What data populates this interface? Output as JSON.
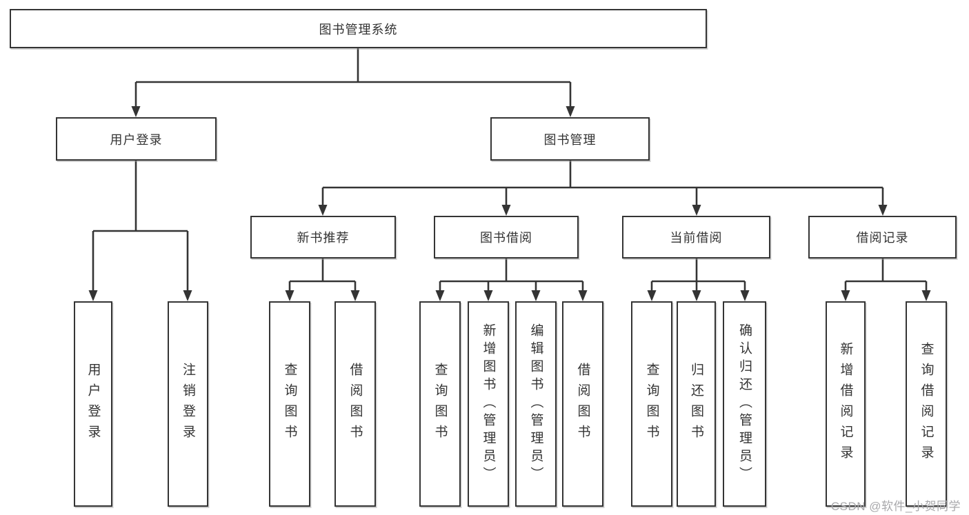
{
  "diagram": {
    "type": "hierarchy",
    "colors": {
      "line": "#343434",
      "box_border": "#343434",
      "box_background": "#ffffff",
      "text": "#333333",
      "watermark": "#a8a8ab"
    },
    "tree": {
      "label": "图书管理系统",
      "children": [
        {
          "label": "用户登录",
          "children": [
            {
              "label": "用户登录"
            },
            {
              "label": "注销登录"
            }
          ]
        },
        {
          "label": "图书管理",
          "children": [
            {
              "label": "新书推荐",
              "children": [
                {
                  "label": "查询图书"
                },
                {
                  "label": "借阅图书"
                }
              ]
            },
            {
              "label": "图书借阅",
              "children": [
                {
                  "label": "查询图书"
                },
                {
                  "label": "新增图书（管理员）"
                },
                {
                  "label": "编辑图书（管理员）"
                },
                {
                  "label": "借阅图书"
                }
              ]
            },
            {
              "label": "当前借阅",
              "children": [
                {
                  "label": "查询图书"
                },
                {
                  "label": "归还图书"
                },
                {
                  "label": "确认归还（管理员）"
                }
              ]
            },
            {
              "label": "借阅记录",
              "children": [
                {
                  "label": "新增借阅记录"
                },
                {
                  "label": "查询借阅记录"
                }
              ]
            }
          ]
        }
      ]
    }
  },
  "watermark": "CSDN @软件_小贺同学"
}
